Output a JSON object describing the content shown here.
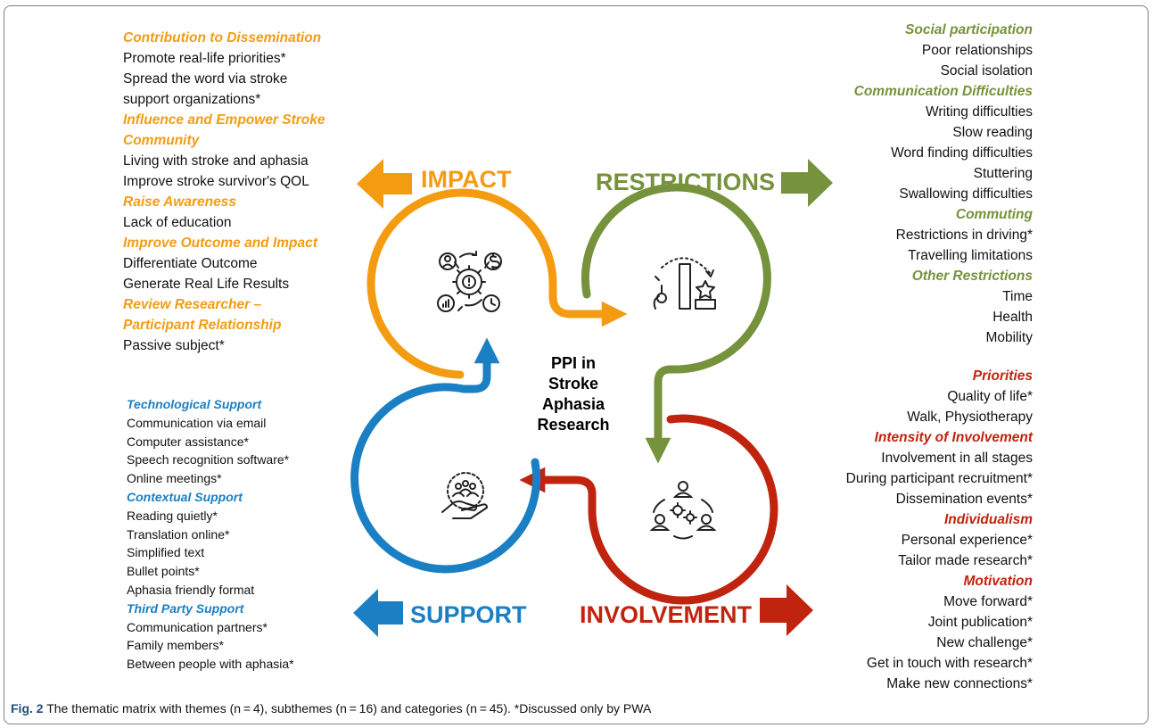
{
  "center_title": [
    "PPI in",
    "Stroke",
    "Aphasia",
    "Research"
  ],
  "caption": {
    "label": "Fig. 2",
    "text": " The thematic matrix with themes (n = 4), subthemes (n = 16) and categories (n = 45). *Discussed only by PWA"
  },
  "themes": {
    "impact": {
      "label": "IMPACT",
      "color": "#f39c12",
      "icon": "gears-icon",
      "lines": [
        {
          "t": "Contribution to Dissemination",
          "h": true
        },
        {
          "t": "Promote real-life priorities*"
        },
        {
          "t": "Spread the word via stroke"
        },
        {
          "t": "support organizations*"
        },
        {
          "t": "Influence and Empower Stroke",
          "h": true
        },
        {
          "t": "Community",
          "h": true
        },
        {
          "t": "Living with stroke and aphasia"
        },
        {
          "t": "Improve stroke survivor's QOL"
        },
        {
          "t": "Raise Awareness",
          "h": true
        },
        {
          "t": "Lack of education"
        },
        {
          "t": "Improve Outcome and Impact",
          "h": true
        },
        {
          "t": "Differentiate Outcome"
        },
        {
          "t": "Generate Real Life Results"
        },
        {
          "t": "Review Researcher –",
          "h": true
        },
        {
          "t": "Participant Relationship",
          "h": true
        },
        {
          "t": "Passive subject*"
        }
      ]
    },
    "restrictions": {
      "label": "RESTRICTIONS",
      "color": "#76923c",
      "icon": "podium-icon",
      "lines": [
        {
          "t": "Social participation",
          "h": true
        },
        {
          "t": "Poor relationships"
        },
        {
          "t": "Social isolation"
        },
        {
          "t": "Communication Difficulties",
          "h": true
        },
        {
          "t": "Writing difficulties"
        },
        {
          "t": "Slow reading"
        },
        {
          "t": "Word finding difficulties"
        },
        {
          "t": "Stuttering"
        },
        {
          "t": "Swallowing difficulties"
        },
        {
          "t": "Commuting",
          "h": true
        },
        {
          "t": "Restrictions in driving*"
        },
        {
          "t": "Travelling limitations"
        },
        {
          "t": "Other Restrictions",
          "h": true
        },
        {
          "t": "Time"
        },
        {
          "t": "Health"
        },
        {
          "t": "Mobility"
        }
      ]
    },
    "support": {
      "label": "SUPPORT",
      "color": "#1b7fc4",
      "icon": "people-in-hand-icon",
      "lines": [
        {
          "t": "Technological Support",
          "h": true
        },
        {
          "t": "Communication via email"
        },
        {
          "t": "Computer assistance*"
        },
        {
          "t": "Speech recognition software*"
        },
        {
          "t": "Online meetings*"
        },
        {
          "t": "Contextual Support",
          "h": true
        },
        {
          "t": "Reading quietly*"
        },
        {
          "t": "Translation online*"
        },
        {
          "t": "Simplified text"
        },
        {
          "t": "Bullet points*"
        },
        {
          "t": "Aphasia friendly format"
        },
        {
          "t": "Third Party Support",
          "h": true
        },
        {
          "t": "Communication partners*"
        },
        {
          "t": "Family members*"
        },
        {
          "t": "Between people with aphasia*"
        }
      ]
    },
    "involvement": {
      "label": "INVOLVEMENT",
      "color": "#c0240f",
      "icon": "team-icon",
      "lines": [
        {
          "t": "Priorities",
          "h": true
        },
        {
          "t": "Quality of life*"
        },
        {
          "t": "Walk, Physiotherapy"
        },
        {
          "t": "Intensity of Involvement",
          "h": true
        },
        {
          "t": "Involvement in all stages"
        },
        {
          "t": "During participant recruitment*"
        },
        {
          "t": "Dissemination events*"
        },
        {
          "t": "Individualism",
          "h": true
        },
        {
          "t": "Personal experience*"
        },
        {
          "t": "Tailor made research*"
        },
        {
          "t": "Motivation",
          "h": true
        },
        {
          "t": "Move forward*"
        },
        {
          "t": "Joint publication*"
        },
        {
          "t": "New challenge*"
        },
        {
          "t": "Get in touch with research*"
        },
        {
          "t": "Make new connections*"
        }
      ]
    }
  }
}
